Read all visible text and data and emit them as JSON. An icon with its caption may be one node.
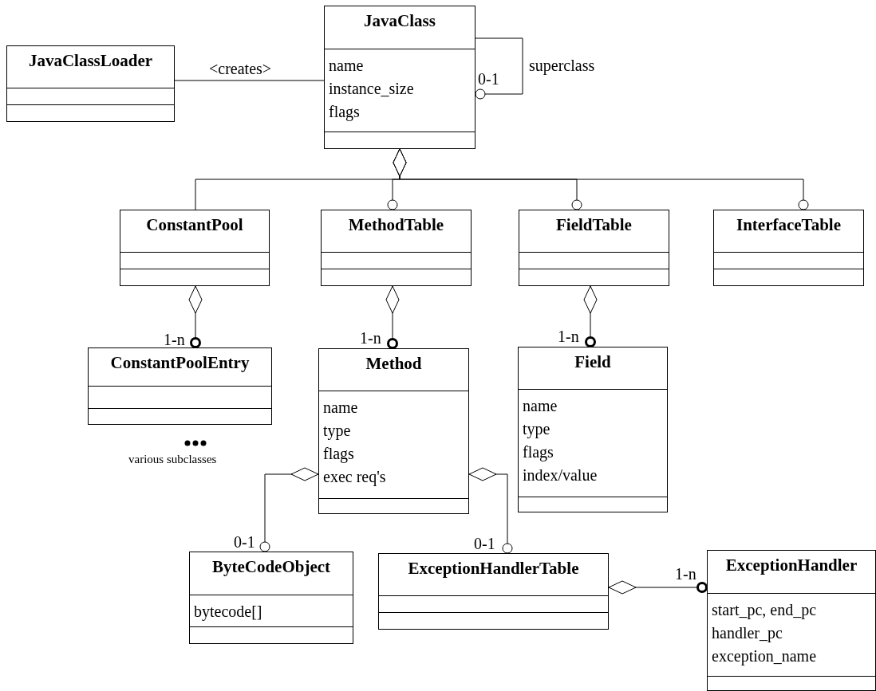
{
  "diagram": {
    "nodes": [
      {
        "text": [
          "JavaClassLoader"
        ]
      },
      {
        "text": [
          "JavaClass",
          "name",
          "instance_size",
          "flags"
        ]
      },
      {
        "text": [
          "ConstantPool"
        ]
      },
      {
        "text": [
          "MethodTable"
        ]
      },
      {
        "text": [
          "FieldTable"
        ]
      },
      {
        "text": [
          "InterfaceTable"
        ]
      },
      {
        "text": [
          "ConstantPoolEntry"
        ]
      },
      {
        "text": [
          "Method",
          "name",
          "type",
          "flags",
          "exec req's"
        ]
      },
      {
        "text": [
          "Field",
          "name",
          "type",
          "flags",
          "index/value"
        ]
      },
      {
        "text": [
          "ByteCodeObject",
          "bytecode[]"
        ]
      },
      {
        "text": [
          "ExceptionHandlerTable"
        ]
      },
      {
        "text": [
          "ExceptionHandler",
          "start_pc, end_pc",
          "handler_pc",
          "exception_name"
        ]
      }
    ],
    "edges": [
      {
        "from": 0,
        "to": 1,
        "arrow": "none",
        "label": "<creates>"
      },
      {
        "from": 1,
        "to": 1,
        "arrow": "other",
        "label": "superclass"
      },
      {
        "from": 1,
        "to": 2,
        "arrow": "other"
      },
      {
        "from": 1,
        "to": 3,
        "arrow": "other"
      },
      {
        "from": 1,
        "to": 4,
        "arrow": "other"
      },
      {
        "from": 1,
        "to": 5,
        "arrow": "other"
      },
      {
        "from": 2,
        "to": 6,
        "arrow": "other"
      },
      {
        "from": 3,
        "to": 7,
        "arrow": "other"
      },
      {
        "from": 4,
        "to": 8,
        "arrow": "other"
      },
      {
        "from": 7,
        "to": 9,
        "arrow": "other"
      },
      {
        "from": 7,
        "to": 10,
        "arrow": "other"
      },
      {
        "from": 10,
        "to": 11,
        "arrow": "other"
      }
    ],
    "labels": [
      "0-1",
      "1-n",
      "1-n",
      "1-n",
      "various subclasses",
      "0-1",
      "0-1",
      "1-n"
    ]
  }
}
